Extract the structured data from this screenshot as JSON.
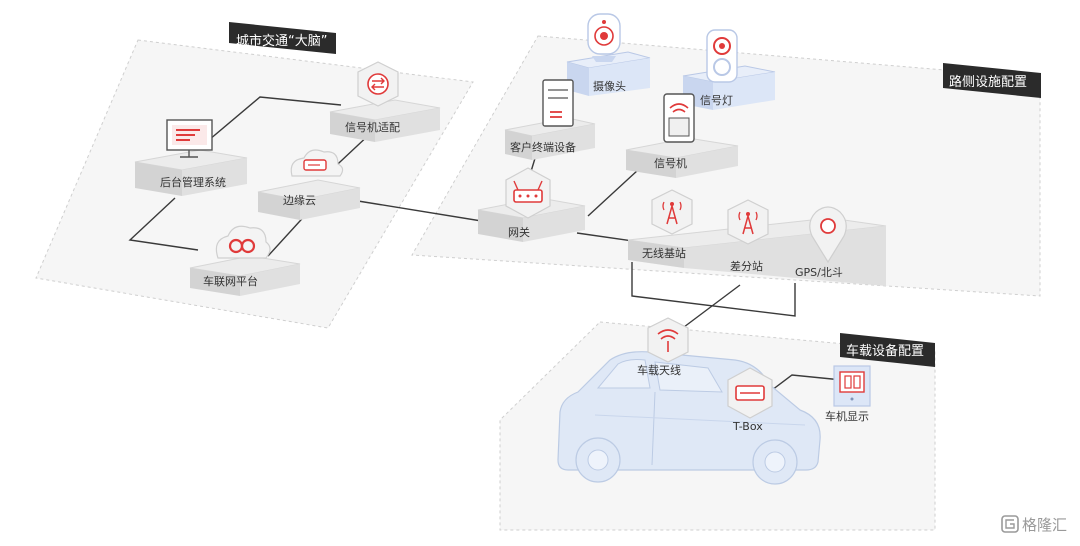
{
  "zones": {
    "city_brain": {
      "title": "城市交通“大脑”"
    },
    "roadside": {
      "title": "路侧设施配置"
    },
    "vehicle": {
      "title": "车载设备配置"
    }
  },
  "nodes": {
    "backend_system": {
      "label": "后台管理系统",
      "icon": "monitor-icon"
    },
    "signal_adapter": {
      "label": "信号机适配",
      "icon": "adapter-icon"
    },
    "edge_cloud": {
      "label": "边缘云",
      "icon": "cloud-icon"
    },
    "iov_platform": {
      "label": "车联网平台",
      "icon": "cloud-link-icon"
    },
    "camera": {
      "label": "摄像头",
      "icon": "camera-icon"
    },
    "traffic_light": {
      "label": "信号灯",
      "icon": "traffic-light-icon"
    },
    "customer_terminal": {
      "label": "客户终端设备",
      "icon": "server-icon"
    },
    "signal_controller": {
      "label": "信号机",
      "icon": "signal-controller-icon"
    },
    "gateway": {
      "label": "网关",
      "icon": "router-icon"
    },
    "base_station": {
      "label": "无线基站",
      "icon": "antenna-tower-icon"
    },
    "diff_station": {
      "label": "差分站",
      "icon": "antenna-tower-icon"
    },
    "gps": {
      "label": "GPS/北斗",
      "icon": "location-pin-icon"
    },
    "vehicle_antenna": {
      "label": "车载天线",
      "icon": "wifi-icon"
    },
    "tbox": {
      "label": "T-Box",
      "icon": "tbox-icon"
    },
    "head_unit": {
      "label": "车机显示",
      "icon": "display-icon"
    }
  },
  "watermark": {
    "text": "格隆汇",
    "icon": "brand-logo-icon"
  },
  "colors": {
    "accent": "#e03a3a",
    "platform_top": "#ededed",
    "platform_side": "#d0d0d0",
    "zone_fill": "#f6f6f6",
    "zone_border": "#cfcfcf",
    "title_bg": "#2b2b2b",
    "car": "#dfe8f6",
    "camera_plate": "#dce6f7"
  }
}
